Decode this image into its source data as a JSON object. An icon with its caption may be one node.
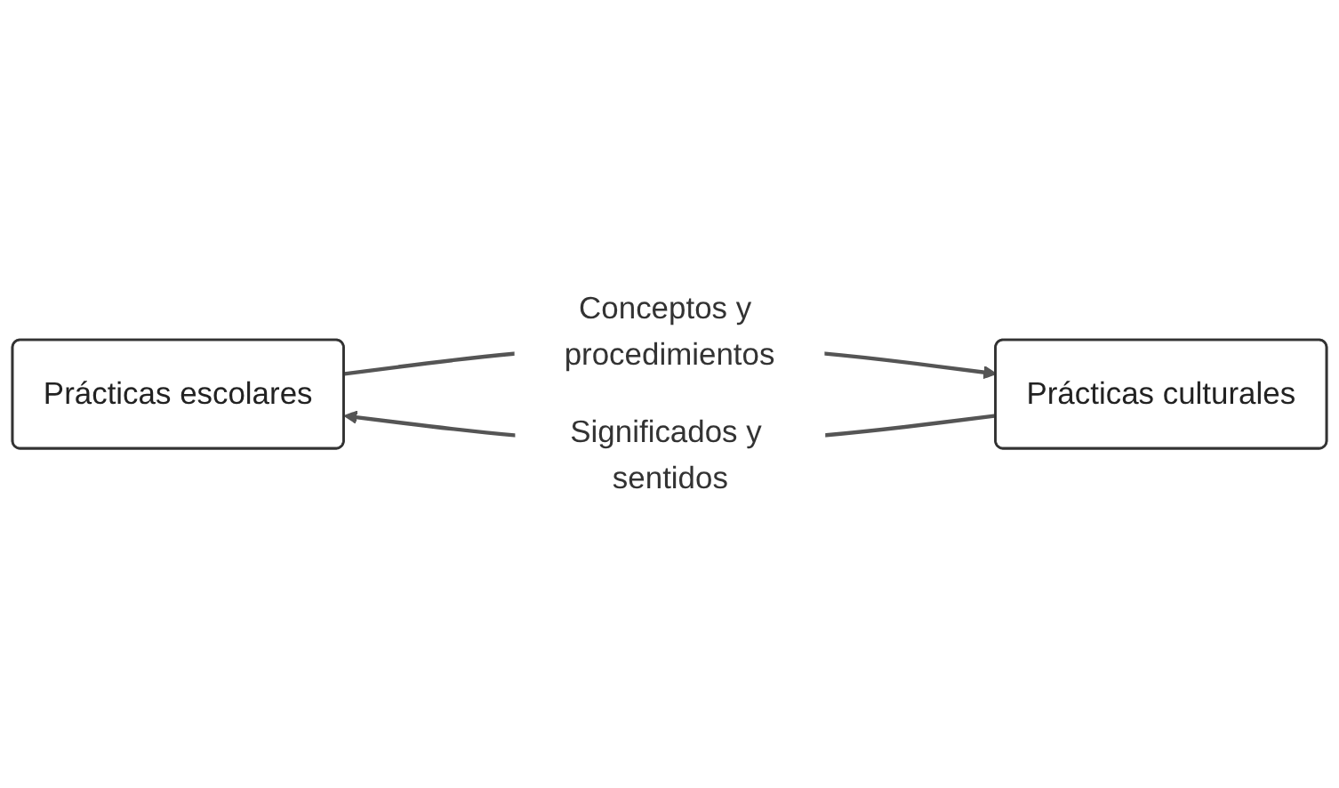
{
  "diagram": {
    "nodes": [
      {
        "text": [
          "Prácticas escolares"
        ]
      },
      {
        "text": [
          "Prácticas culturales"
        ]
      }
    ],
    "edges": [
      {
        "from": 0,
        "to": 1,
        "arrow": "to",
        "label": "Conceptos y procedimientos"
      },
      {
        "from": 1,
        "to": 0,
        "arrow": "to",
        "label": "Significados y sentidos"
      }
    ]
  }
}
